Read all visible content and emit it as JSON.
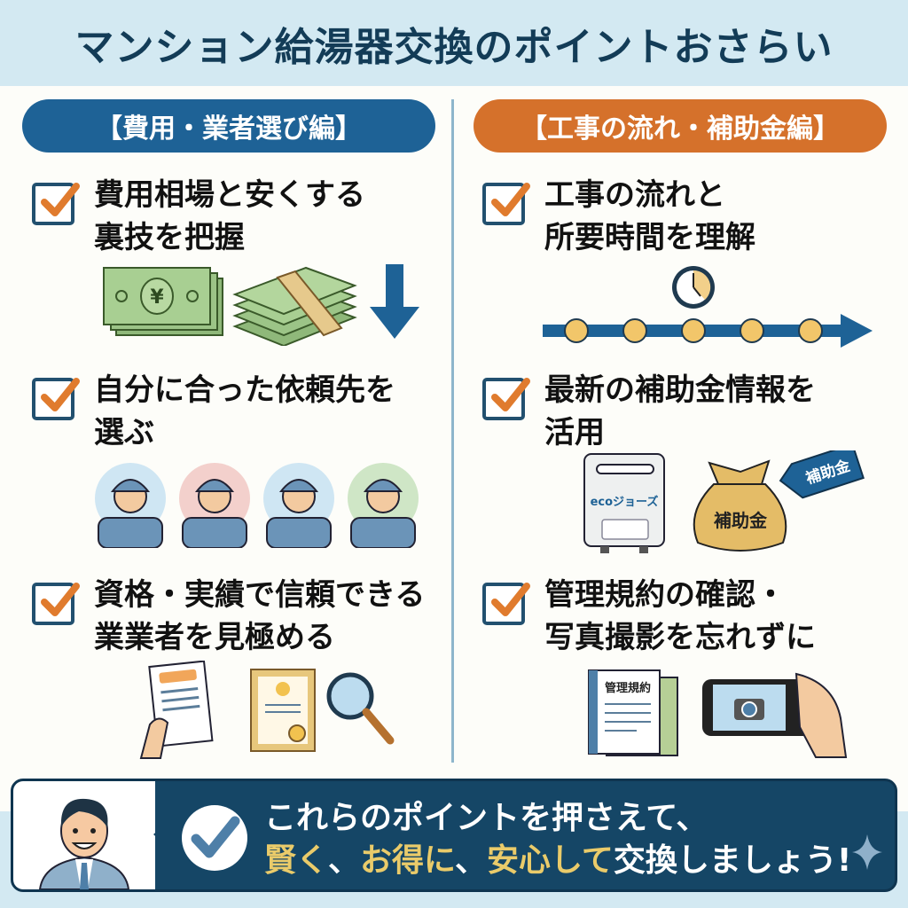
{
  "header": {
    "title": "マンション給湯器交換のポイントおさらい"
  },
  "left_column": {
    "section_label": "【費用・業者選び編】",
    "items": [
      {
        "text": "費用相場と安くする\n裏技を把握",
        "illustration": "money-stacks-and-down-arrow"
      },
      {
        "text": "自分に合った依頼先を\n選ぶ",
        "illustration": "four-workers"
      },
      {
        "text": "資格・実績で信頼できる\n業業者を見極める",
        "illustration": "document-certificate-magnifier"
      }
    ]
  },
  "right_column": {
    "section_label": "【工事の流れ・補助金編】",
    "items": [
      {
        "text": "工事の流れと\n所要時間を理解",
        "illustration": "timeline-with-clock"
      },
      {
        "text": "最新の補助金情報を\n活用",
        "illustration": "water-heater-and-money-bag"
      },
      {
        "text": "管理規約の確認・\n写真撮影を忘れずに",
        "illustration": "rulebook-and-phone-camera"
      }
    ],
    "heater_brand": "ecoジョーズ",
    "bag_label": "補助金",
    "tag_label": "補助金",
    "rulebook_label": "管理規約"
  },
  "money": {
    "currency_symbol": "¥"
  },
  "banner": {
    "line1": "これらのポイントを押さえて、",
    "line2_parts": [
      "賢く",
      "、",
      "お得に",
      "、",
      "安心して",
      "交換しましょう!"
    ]
  },
  "colors": {
    "navy": "#133c57",
    "blue": "#1e6296",
    "orange": "#d5712b",
    "light_blue_bg": "#d3e9f2",
    "gold": "#eacb6a"
  }
}
